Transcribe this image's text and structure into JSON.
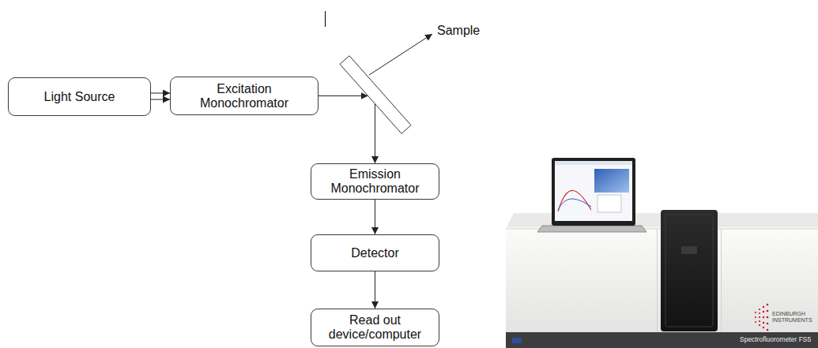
{
  "diagram": {
    "nodes": [
      {
        "text": [
          "Light Source"
        ]
      },
      {
        "text": [
          "Excitation Monochromator"
        ]
      },
      {
        "text": [
          "Sample"
        ]
      },
      {
        "text": [
          "Emission Monochromator"
        ]
      },
      {
        "text": [
          "Detector"
        ]
      },
      {
        "text": [
          "Read out device/computer"
        ]
      }
    ],
    "edges": [
      {
        "from": 0,
        "to": 1,
        "arrow": "to"
      },
      {
        "from": 0,
        "to": 1,
        "arrow": "to"
      },
      {
        "from": 1,
        "to": 2,
        "arrow": "to"
      },
      {
        "from": 2,
        "to": 3,
        "arrow": "to"
      },
      {
        "from": 3,
        "to": 4,
        "arrow": "to"
      },
      {
        "from": 4,
        "to": 5,
        "arrow": "to"
      }
    ],
    "labels": [
      "EDINBURGH INSTRUMENTS",
      "Spectrofluorometer FS5"
    ]
  }
}
